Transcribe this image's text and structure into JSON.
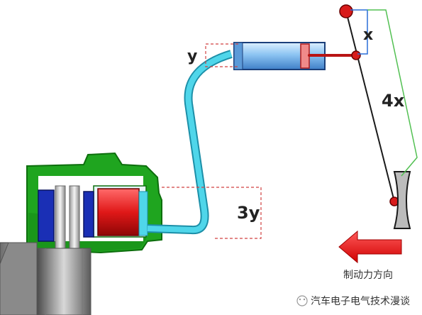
{
  "labels": {
    "x": "x",
    "four_x": "4x",
    "y": "y",
    "three_y": "3y",
    "force_direction": "制动力方向",
    "watermark": "汽车电子电气技术漫谈"
  },
  "colors": {
    "caliper": "#1fa51f",
    "caliper_dark": "#0d6e0d",
    "fluid": "#4fd6ea",
    "fluid_edge": "#1c8fa8",
    "master_cylinder": "#7fb8ec",
    "piston": "#e02020",
    "pad_blue": "#1a2fb5",
    "pedal_pivot": "#d81b1b",
    "arrow": "#f01414",
    "dim_red": "#d04040",
    "dim_green": "#52c052"
  }
}
